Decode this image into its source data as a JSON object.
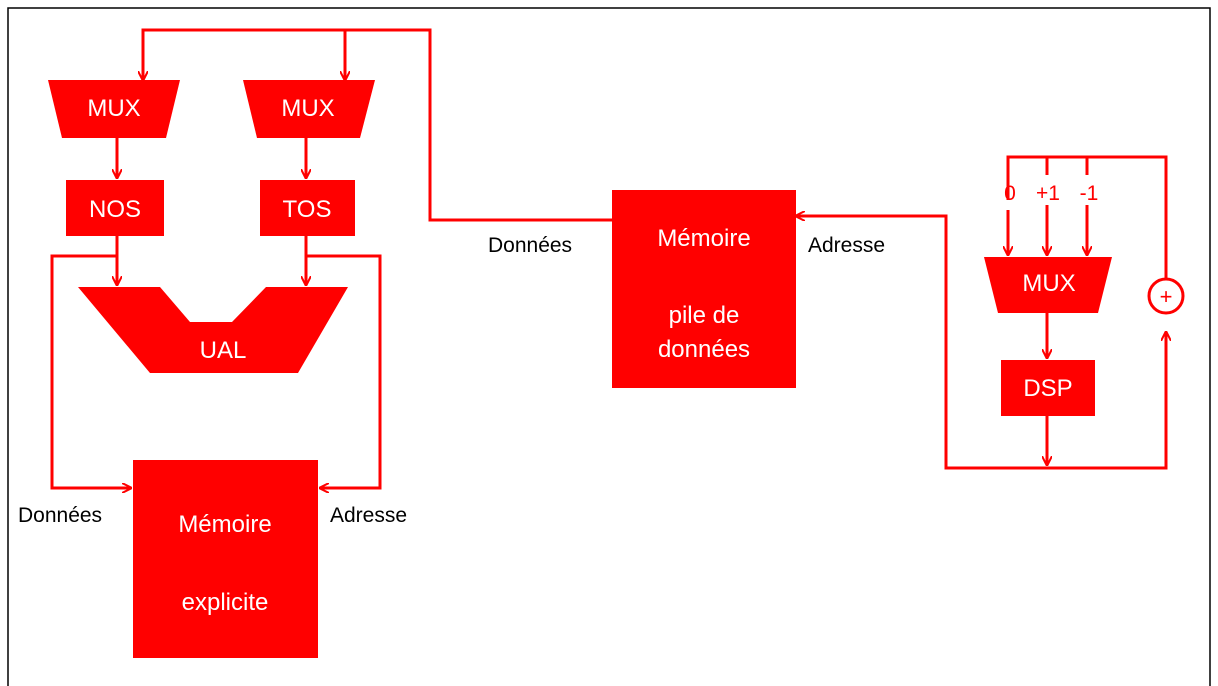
{
  "colors": {
    "primary": "#ff0000",
    "block_text": "#ffffff",
    "label_text": "#000000",
    "background": "#ffffff",
    "border": "#000000"
  },
  "left": {
    "mux_a": "MUX",
    "mux_b": "MUX",
    "nos": "NOS",
    "tos": "TOS",
    "ual": "UAL",
    "mem_line1": "Mémoire",
    "mem_line2": "explicite",
    "donnees_label": "Données",
    "adresse_label": "Adresse"
  },
  "center": {
    "mem_line1": "Mémoire",
    "mem_line2": "pile de",
    "mem_line3": "données",
    "donnees_label": "Données",
    "adresse_label": "Adresse"
  },
  "right": {
    "in_0": "0",
    "in_plus1": "+1",
    "in_minus1": "-1",
    "mux": "MUX",
    "dsp": "DSP",
    "adder": "+"
  }
}
